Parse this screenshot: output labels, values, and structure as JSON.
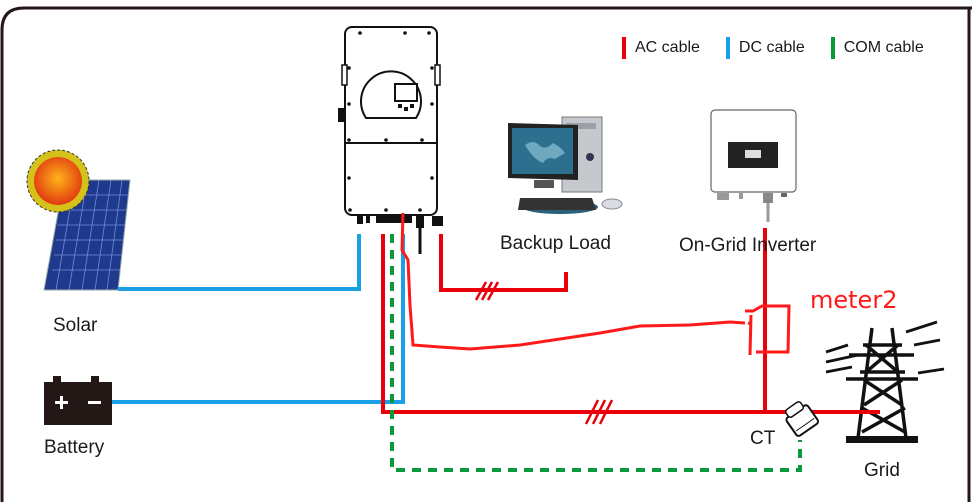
{
  "diagram": {
    "title": "Hybrid inverter wiring diagram with CT and meter",
    "legend": [
      {
        "label": "AC cable",
        "color": "#e8000b"
      },
      {
        "label": "DC cable",
        "color": "#1aa0e6"
      },
      {
        "label": "COM cable",
        "color": "#0a9a3c"
      }
    ],
    "components": {
      "solar": {
        "label": "Solar"
      },
      "battery": {
        "label": "Battery",
        "plus": "+",
        "minus": "−"
      },
      "hybrid_inverter": {
        "label": ""
      },
      "backup_load": {
        "label": "Backup Load"
      },
      "on_grid_inverter": {
        "label": "On-Grid Inverter"
      },
      "ct": {
        "label": "CT"
      },
      "grid": {
        "label": "Grid"
      },
      "meter": {
        "label": "meter2"
      }
    },
    "colors": {
      "ac": "#e8000b",
      "dc": "#1aa0e6",
      "com": "#0a9a3c",
      "annotation": "#ff1a1a",
      "frame": "#231815"
    }
  }
}
